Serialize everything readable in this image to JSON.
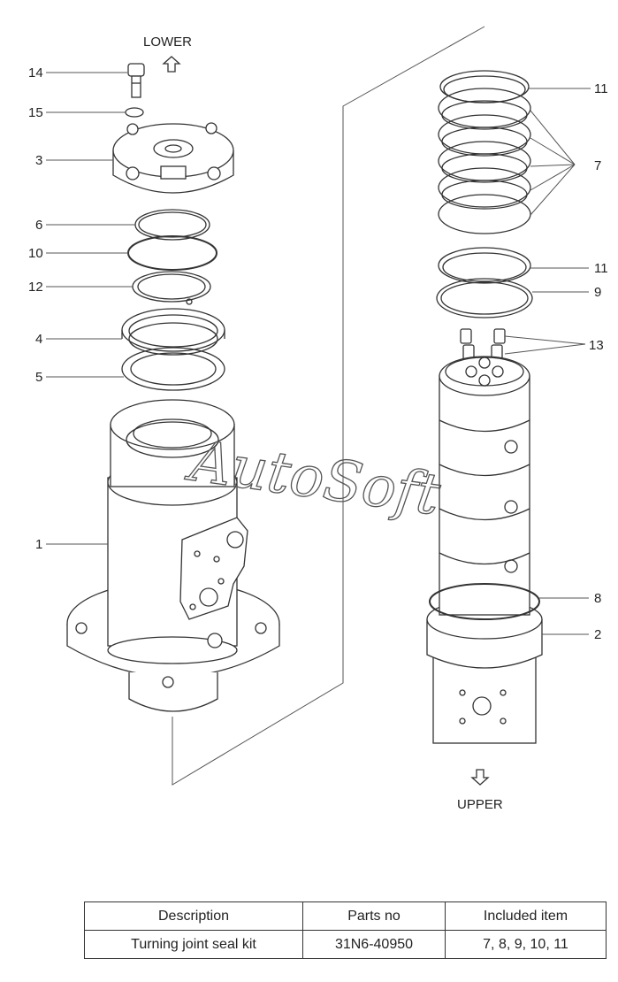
{
  "directions": {
    "lower": "LOWER",
    "upper": "UPPER"
  },
  "callouts": [
    "14",
    "15",
    "3",
    "6",
    "10",
    "12",
    "4",
    "5",
    "1",
    "11",
    "7",
    "11",
    "9",
    "13",
    "8",
    "2"
  ],
  "watermark": "AutoSoft",
  "table": {
    "headers": [
      "Description",
      "Parts no",
      "Included item"
    ],
    "rows": [
      [
        "Turning joint seal kit",
        "31N6-40950",
        "7, 8, 9, 10, 11"
      ]
    ]
  }
}
